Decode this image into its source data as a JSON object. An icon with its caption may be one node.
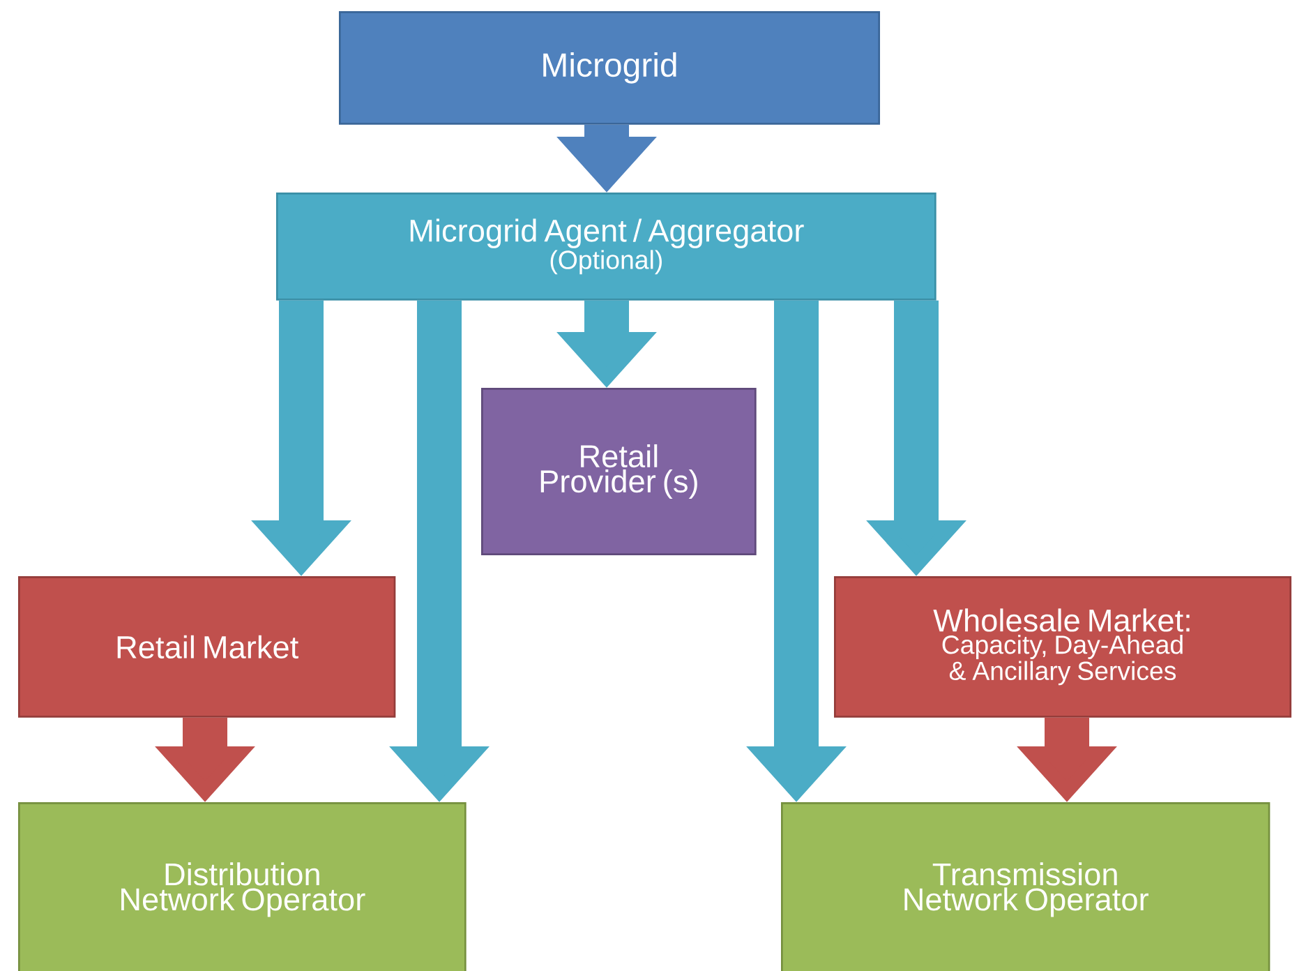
{
  "diagram": {
    "nodes": [
      {
        "text": [
          "Microgrid"
        ]
      },
      {
        "text": [
          "Microgrid Agent / Aggregator",
          "(Optional)"
        ]
      },
      {
        "text": [
          "Retail Provider (s)"
        ]
      },
      {
        "text": [
          "Retail Market"
        ]
      },
      {
        "text": [
          "Wholesale Market:",
          "Capacity, Day-Ahead & Ancillary Services"
        ]
      },
      {
        "text": [
          "Distribution Network Operator"
        ]
      },
      {
        "text": [
          "Transmission Network Operator"
        ]
      }
    ],
    "edges": [
      {
        "from": 0,
        "to": 1,
        "arrow": "to",
        "color": "#4f81bd"
      },
      {
        "from": 1,
        "to": 2,
        "arrow": "to"
      },
      {
        "from": 1,
        "to": 3,
        "arrow": "to"
      },
      {
        "from": 1,
        "to": 5,
        "arrow": "to"
      },
      {
        "from": 1,
        "to": 6,
        "arrow": "to"
      },
      {
        "from": 1,
        "to": 4,
        "arrow": "to"
      },
      {
        "from": 3,
        "to": 5,
        "arrow": "to",
        "color": "#c0504d"
      },
      {
        "from": 4,
        "to": 6,
        "arrow": "to",
        "color": "#c0504d"
      }
    ]
  }
}
